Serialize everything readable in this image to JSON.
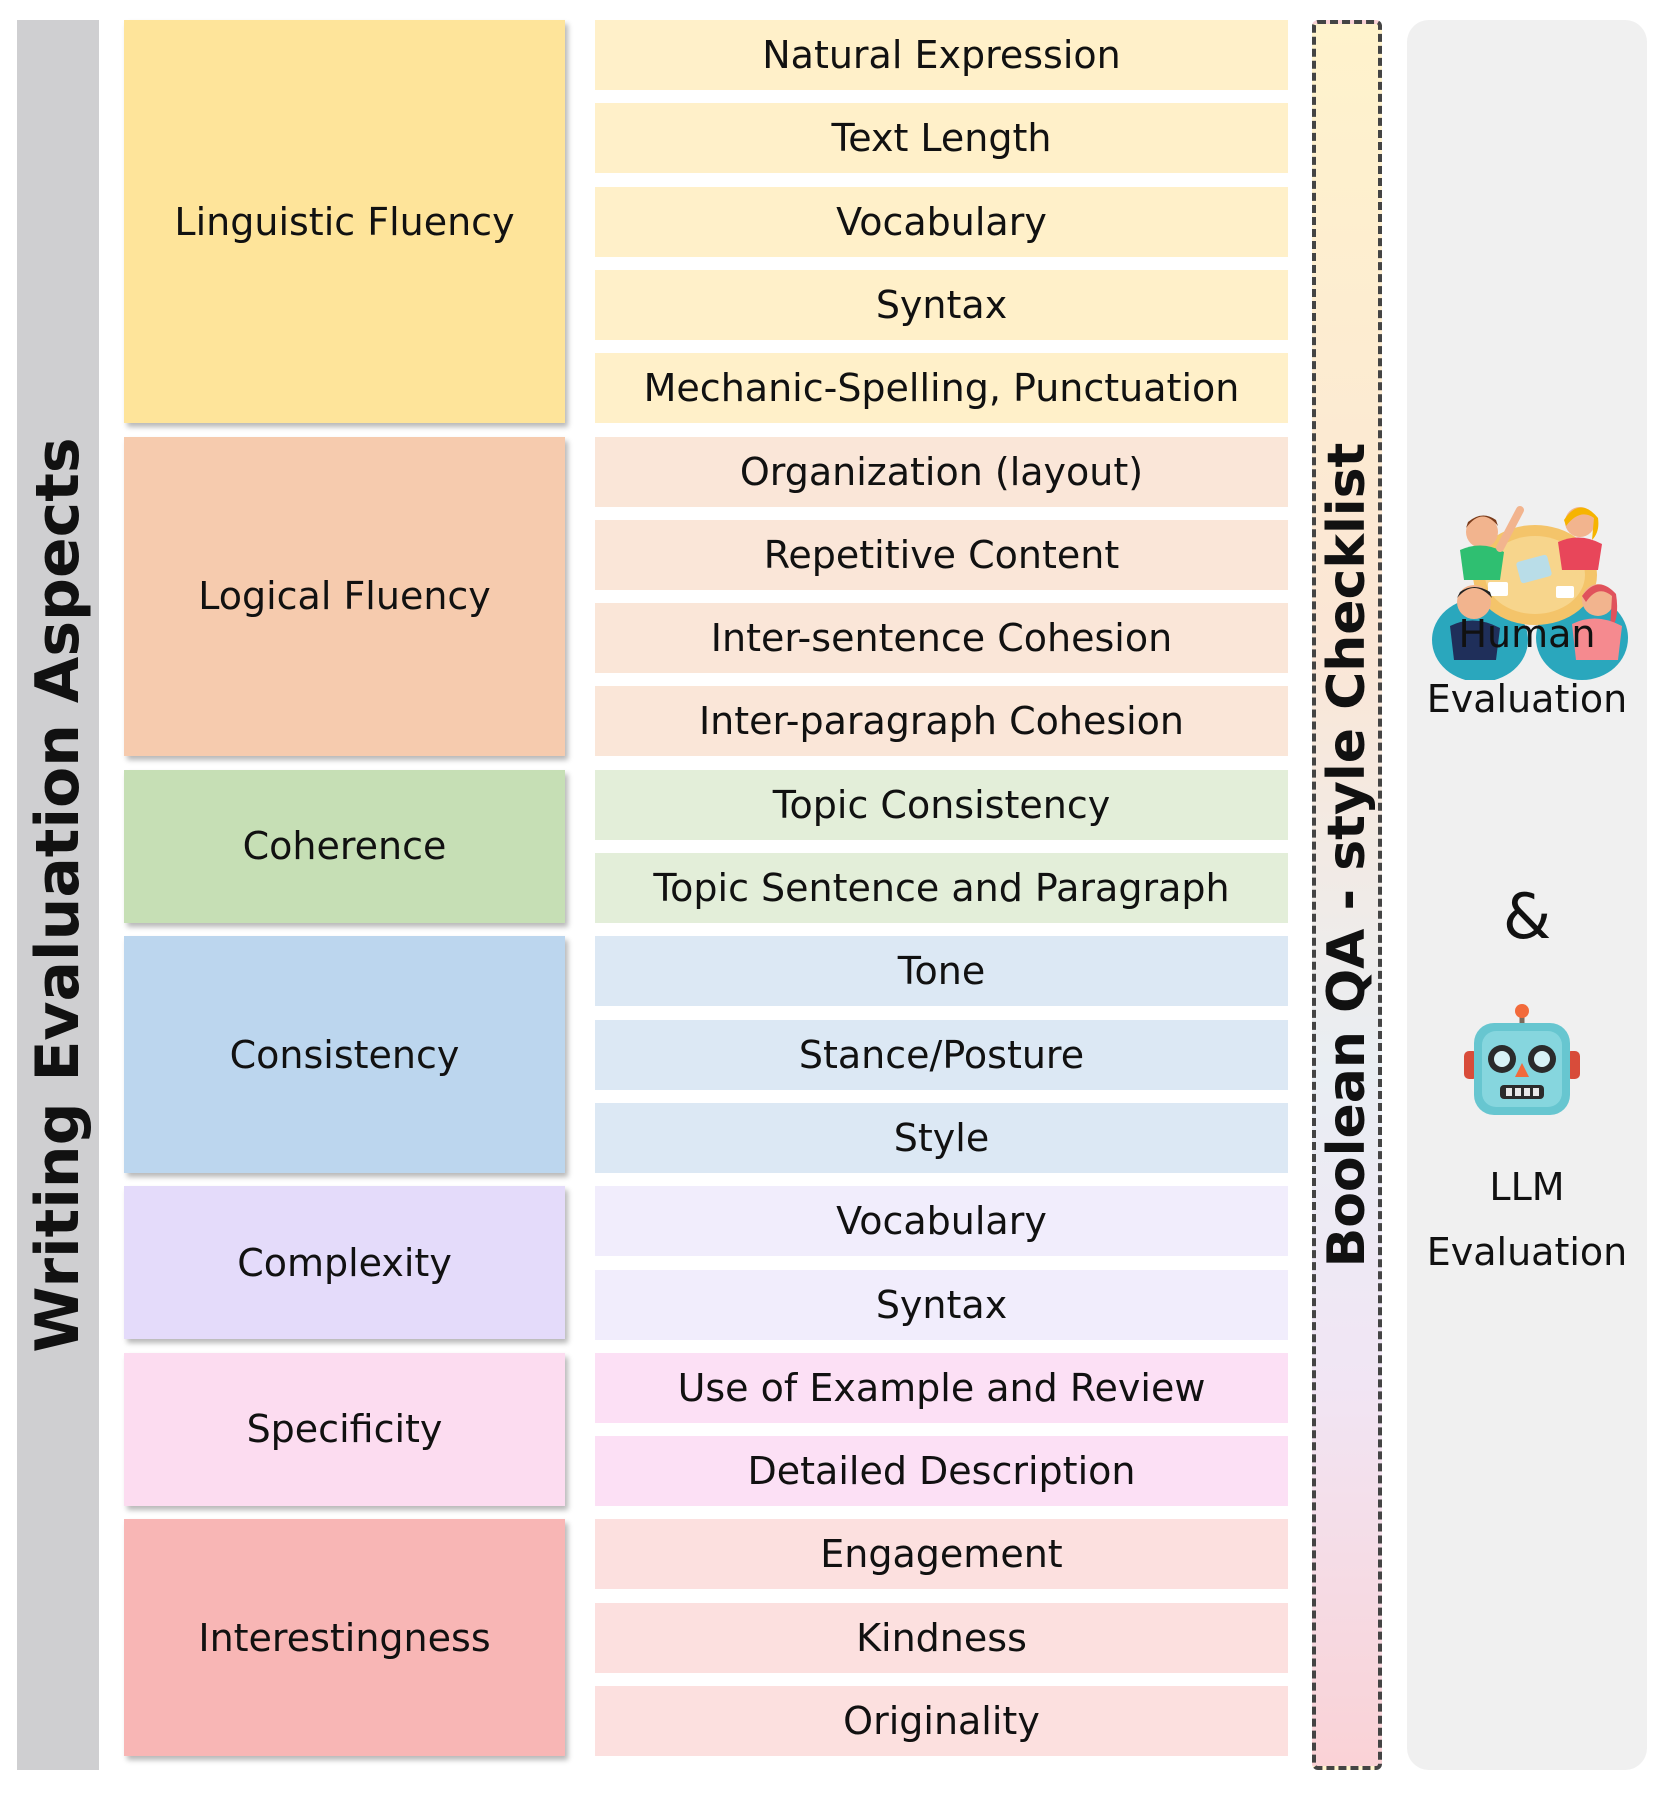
{
  "side_title": "Writing Evaluation Aspects",
  "checklist_title": "Boolean QA - style Checklist",
  "categories": [
    {
      "label": "Linguistic Fluency",
      "color": "#fee49a",
      "item_color": "#fff0c9",
      "items": [
        "Natural Expression",
        "Text Length",
        "Vocabulary",
        "Syntax",
        "Mechanic-Spelling, Punctuation"
      ]
    },
    {
      "label": "Logical Fluency",
      "color": "#f6cbae",
      "item_color": "#fae6d8",
      "items": [
        "Organization (layout)",
        "Repetitive Content",
        "Inter-sentence Cohesion",
        "Inter-paragraph Cohesion"
      ]
    },
    {
      "label": "Coherence",
      "color": "#c6dfb5",
      "item_color": "#e3eed9",
      "items": [
        "Topic Consistency",
        "Topic Sentence and Paragraph"
      ]
    },
    {
      "label": "Consistency",
      "color": "#bcd6ee",
      "item_color": "#dce8f4",
      "items": [
        "Tone",
        "Stance/Posture",
        "Style"
      ]
    },
    {
      "label": "Complexity",
      "color": "#e4dbfa",
      "item_color": "#f1edfc",
      "items": [
        "Vocabulary",
        "Syntax"
      ]
    },
    {
      "label": "Specificity",
      "color": "#fcdcf0",
      "item_color": "#fce0f5",
      "items": [
        "Use of Example and Review",
        "Detailed Description"
      ]
    },
    {
      "label": "Interestingness",
      "color": "#f8b6b5",
      "item_color": "#fce0df",
      "items": [
        "Engagement",
        "Kindness",
        "Originality"
      ]
    }
  ],
  "evaluators": {
    "human_line1": "Human",
    "human_line2": "Evaluation",
    "ampersand": "&",
    "llm_line1": "LLM",
    "llm_line2": "Evaluation",
    "human_icon": "team-meeting-icon",
    "llm_icon": "robot-icon"
  }
}
